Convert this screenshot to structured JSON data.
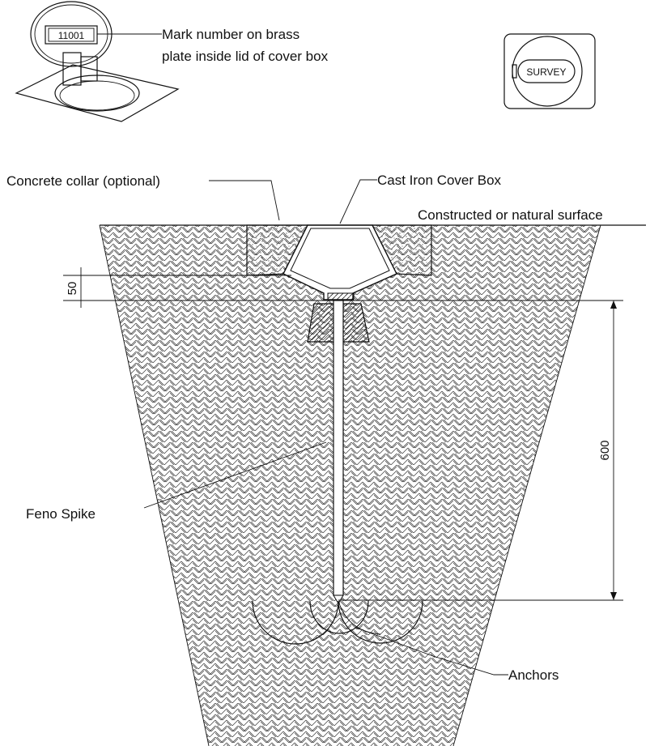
{
  "labels": {
    "mark_number": "Mark number on brass",
    "mark_number_line2": "plate inside lid of cover box",
    "plate_number": "11001",
    "survey": "SURVEY",
    "concrete_collar": "Concrete collar (optional)",
    "cover_box": "Cast Iron Cover Box",
    "surface": "Constructed or natural surface",
    "feno_spike": "Feno Spike",
    "anchors": "Anchors"
  },
  "dimensions": {
    "collar_offset": "50",
    "spike_depth": "600"
  },
  "colors": {
    "line": "#111111",
    "background": "#ffffff"
  }
}
